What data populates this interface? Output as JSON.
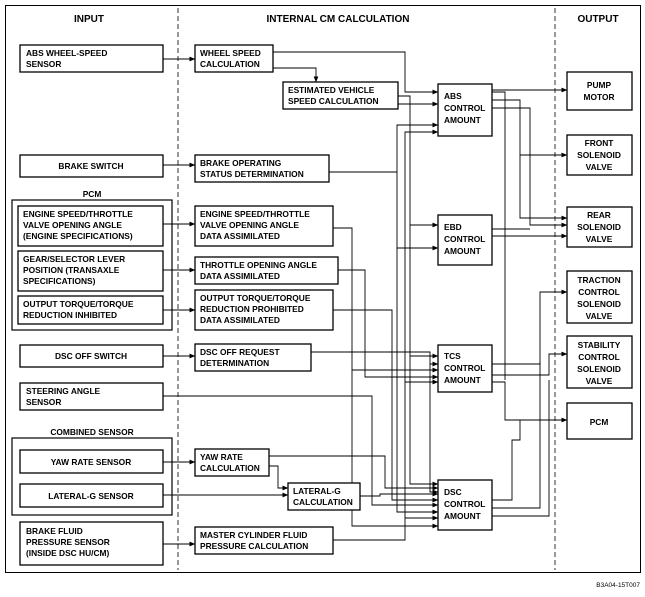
{
  "headers": {
    "input": "INPUT",
    "internal": "INTERNAL CM CALCULATION",
    "output": "OUTPUT"
  },
  "groups": {
    "pcm": "PCM",
    "combined_sensor": "COMBINED SENSOR"
  },
  "inputs": {
    "abs_wheel_speed": [
      "ABS WHEEL-SPEED",
      "SENSOR"
    ],
    "brake_switch": [
      "BRAKE SWITCH"
    ],
    "engine_speed_throttle": [
      "ENGINE SPEED/THROTTLE",
      "VALVE OPENING ANGLE",
      "(ENGINE SPECIFICATIONS)"
    ],
    "gear_selector": [
      "GEAR/SELECTOR LEVER",
      "POSITION (TRANSAXLE",
      "SPECIFICATIONS)"
    ],
    "output_torque": [
      "OUTPUT TORQUE/TORQUE",
      "REDUCTION INHIBITED"
    ],
    "dsc_off_switch": [
      "DSC OFF SWITCH"
    ],
    "steering_angle": [
      "STEERING ANGLE",
      "SENSOR"
    ],
    "yaw_rate_sensor": [
      "YAW RATE SENSOR"
    ],
    "lateral_g_sensor": [
      "LATERAL-G SENSOR"
    ],
    "brake_fluid_pressure": [
      "BRAKE FLUID",
      "PRESSURE SENSOR",
      "(INSIDE DSC HU/CM)"
    ]
  },
  "calculations": {
    "wheel_speed": [
      "WHEEL SPEED",
      "CALCULATION"
    ],
    "estimated_vehicle_speed": [
      "ESTIMATED VEHICLE",
      "SPEED CALCULATION"
    ],
    "brake_operating": [
      "BRAKE OPERATING",
      "STATUS DETERMINATION"
    ],
    "engine_speed_assimilated": [
      "ENGINE SPEED/THROTTLE",
      "VALVE OPENING ANGLE",
      "DATA ASSIMILATED"
    ],
    "throttle_assimilated": [
      "THROTTLE OPENING ANGLE",
      "DATA ASSIMILATED"
    ],
    "output_torque_assimilated": [
      "OUTPUT TORQUE/TORQUE",
      "REDUCTION PROHIBITED",
      "DATA ASSIMILATED"
    ],
    "dsc_off_request": [
      "DSC OFF REQUEST",
      "DETERMINATION"
    ],
    "yaw_rate_calc": [
      "YAW RATE",
      "CALCULATION"
    ],
    "lateral_g_calc": [
      "LATERAL-G",
      "CALCULATION"
    ],
    "master_cylinder": [
      "MASTER CYLINDER FLUID",
      "PRESSURE CALCULATION"
    ]
  },
  "control_amounts": {
    "abs": [
      "ABS",
      "CONTROL",
      "AMOUNT"
    ],
    "ebd": [
      "EBD",
      "CONTROL",
      "AMOUNT"
    ],
    "tcs": [
      "TCS",
      "CONTROL",
      "AMOUNT"
    ],
    "dsc": [
      "DSC",
      "CONTROL",
      "AMOUNT"
    ]
  },
  "outputs": {
    "pump_motor": [
      "PUMP",
      "MOTOR"
    ],
    "front_solenoid": [
      "FRONT",
      "SOLENOID",
      "VALVE"
    ],
    "rear_solenoid": [
      "REAR",
      "SOLENOID",
      "VALVE"
    ],
    "traction_solenoid": [
      "TRACTION",
      "CONTROL",
      "SOLENOID",
      "VALVE"
    ],
    "stability_solenoid": [
      "STABILITY",
      "CONTROL",
      "SOLENOID",
      "VALVE"
    ],
    "pcm": [
      "PCM"
    ]
  },
  "figure_code": "B3A04-15T007"
}
